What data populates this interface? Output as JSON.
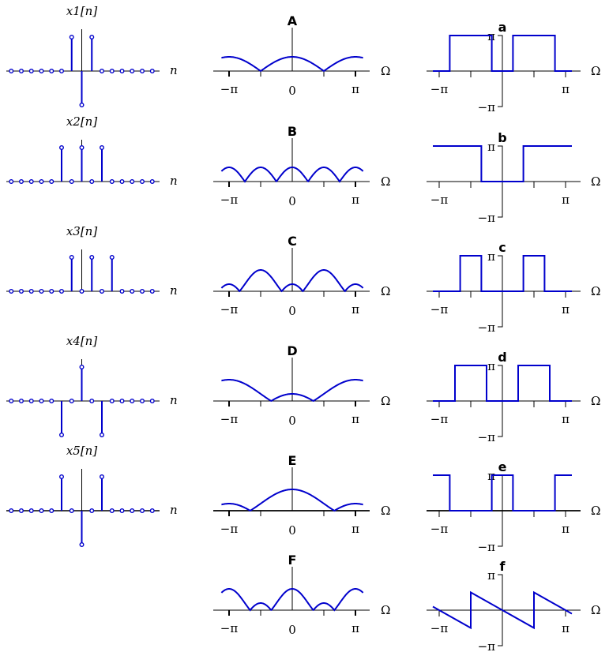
{
  "axis_labels": {
    "n": "n",
    "omega": "Ω",
    "minus_pi": "−π",
    "zero": "0",
    "pi": "π"
  },
  "colors": {
    "signal": "#0000cc",
    "axis": "#000000"
  },
  "signals": [
    {
      "label": "x1[n]",
      "sub": "1",
      "n": [
        -7,
        -6,
        -5,
        -4,
        -3,
        -2,
        -1,
        0,
        1,
        2,
        3,
        4,
        5,
        6,
        7
      ],
      "values": [
        0,
        0,
        0,
        0,
        0,
        0,
        1,
        -1,
        1,
        0,
        0,
        0,
        0,
        0,
        0
      ]
    },
    {
      "label": "x2[n]",
      "sub": "2",
      "n": [
        -7,
        -6,
        -5,
        -4,
        -3,
        -2,
        -1,
        0,
        1,
        2,
        3,
        4,
        5,
        6,
        7
      ],
      "values": [
        0,
        0,
        0,
        0,
        0,
        1,
        0,
        1,
        0,
        1,
        0,
        0,
        0,
        0,
        0
      ]
    },
    {
      "label": "x3[n]",
      "sub": "3",
      "n": [
        -7,
        -6,
        -5,
        -4,
        -3,
        -2,
        -1,
        0,
        1,
        2,
        3,
        4,
        5,
        6,
        7
      ],
      "values": [
        0,
        0,
        0,
        0,
        0,
        0,
        1,
        0,
        1,
        0,
        1,
        0,
        0,
        0,
        0
      ]
    },
    {
      "label": "x4[n]",
      "sub": "4",
      "n": [
        -7,
        -6,
        -5,
        -4,
        -3,
        -2,
        -1,
        0,
        1,
        2,
        3,
        4,
        5,
        6,
        7
      ],
      "values": [
        0,
        0,
        0,
        0,
        0,
        -1,
        0,
        1,
        0,
        -1,
        0,
        0,
        0,
        0,
        0
      ]
    },
    {
      "label": "x5[n]",
      "sub": "5",
      "n": [
        -7,
        -6,
        -5,
        -4,
        -3,
        -2,
        -1,
        0,
        1,
        2,
        3,
        4,
        5,
        6,
        7
      ],
      "values": [
        0,
        0,
        0,
        0,
        0,
        1,
        0,
        -1,
        0,
        1,
        0,
        0,
        0,
        0,
        0
      ]
    }
  ],
  "magnitudes": [
    {
      "title": "A",
      "formula": {
        "a": 0,
        "b": 2,
        "k": 1
      }
    },
    {
      "title": "B",
      "formula": {
        "a": 0,
        "b": 2,
        "k": 2
      }
    },
    {
      "title": "C",
      "formula": {
        "a": 1,
        "b": -2,
        "k": 2
      }
    },
    {
      "title": "D",
      "formula": {
        "a": -1,
        "b": 2,
        "k": 1
      }
    },
    {
      "title": "E",
      "formula": {
        "a": 1,
        "b": 2,
        "k": 1
      }
    },
    {
      "title": "F",
      "formula": {
        "a": 1,
        "b": 2,
        "k": 2
      }
    }
  ],
  "phases": [
    {
      "title": "a",
      "breaks": [
        -1.1,
        -0.833,
        -0.167,
        0.167,
        0.833,
        1.1
      ],
      "values": [
        0,
        1,
        0,
        1,
        0
      ]
    },
    {
      "title": "b",
      "breaks": [
        -1.1,
        -0.333,
        0.333,
        1.1
      ],
      "values": [
        1,
        0,
        1
      ]
    },
    {
      "title": "c",
      "breaks": [
        -1.1,
        -0.667,
        -0.333,
        0.333,
        0.667,
        1.1
      ],
      "values": [
        0,
        1,
        0,
        1,
        0
      ]
    },
    {
      "title": "d",
      "breaks": [
        -1.1,
        -0.75,
        -0.25,
        0.25,
        0.75,
        1.1
      ],
      "values": [
        0,
        1,
        0,
        1,
        0
      ]
    },
    {
      "title": "e",
      "breaks": [
        -1.1,
        -0.833,
        -0.167,
        0.167,
        0.833,
        1.1
      ],
      "values": [
        1,
        0,
        1,
        0,
        1
      ]
    },
    {
      "title": "f",
      "linear": true,
      "breaks": [
        -1.1,
        -0.5,
        0.5,
        1.1
      ],
      "offsets": [
        -1,
        0,
        1
      ],
      "slope": -1
    }
  ]
}
